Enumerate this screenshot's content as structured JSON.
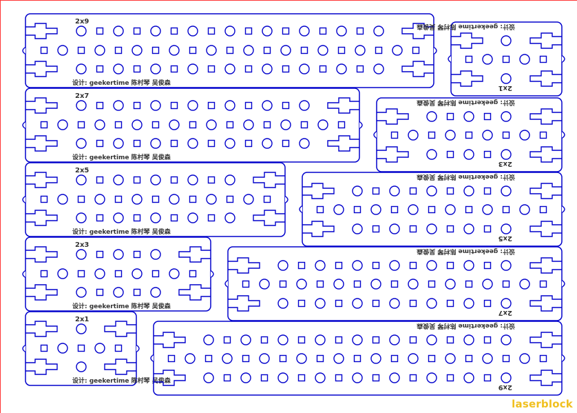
{
  "colors": {
    "line": "#0000cc",
    "label": "#333333",
    "brand": "#f0c020",
    "sheet_border": "#ff3333",
    "background": "#ffffff"
  },
  "plates_left": [
    {
      "size": "2x9",
      "footer": "设计: geekertime 陈村琴 吴俊森"
    },
    {
      "size": "2x7",
      "footer": "设计: geekertime 陈村琴 吴俊森"
    },
    {
      "size": "2x5",
      "footer": "设计: geekertime 陈村琴 吴俊森"
    },
    {
      "size": "2x3",
      "footer": "设计: geekertime 陈村琴 吴俊森"
    },
    {
      "size": "2x1",
      "footer": "设计: geekertime 陈村琴 吴俊森"
    }
  ],
  "plates_right": [
    {
      "size": "2x1",
      "footer": "设计: geekertime 陈村琴 吴俊森"
    },
    {
      "size": "2x3",
      "footer": "设计: geekertime 陈村琴 吴俊森"
    },
    {
      "size": "2x5",
      "footer": "设计: geekertime 陈村琴 吴俊森"
    },
    {
      "size": "2x7",
      "footer": "设计: geekertime 陈村琴 吴俊森"
    },
    {
      "size": "2x9",
      "footer": "设计: geekertime 陈村琴 吴俊森"
    }
  ],
  "brand": "laserblock"
}
